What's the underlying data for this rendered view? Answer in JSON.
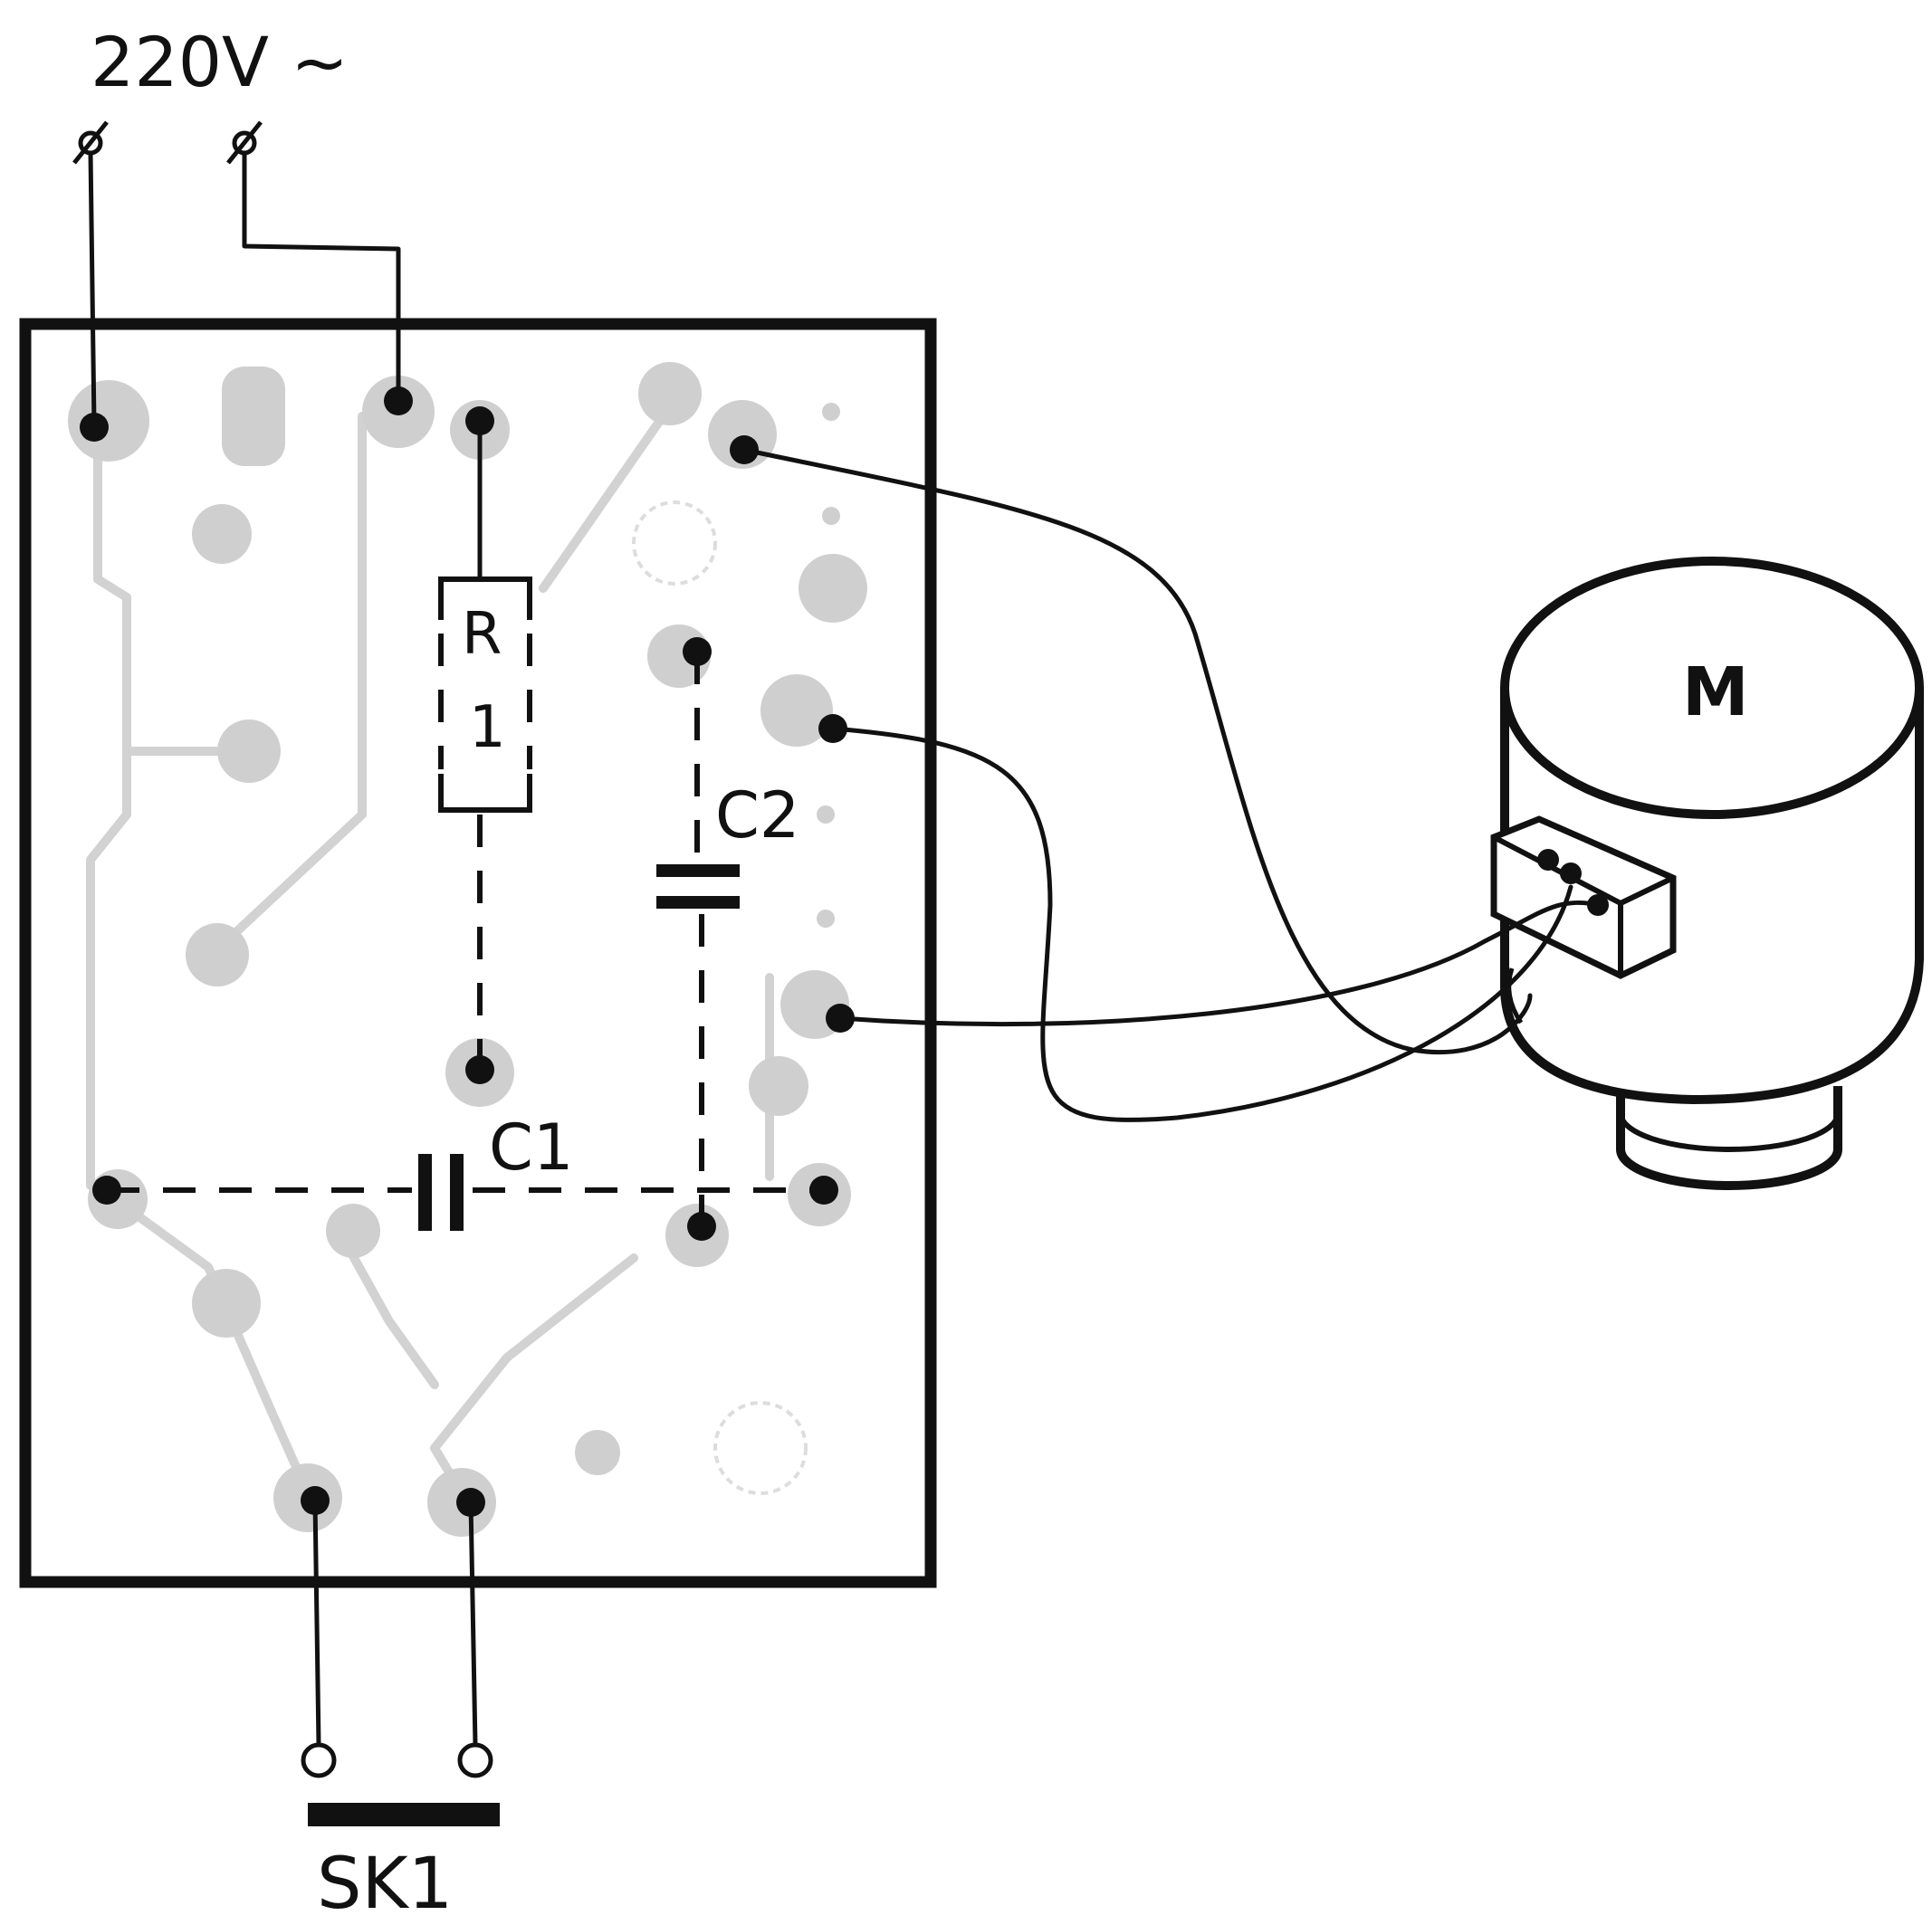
{
  "supply": {
    "label": "220V ~"
  },
  "components": {
    "resistor": {
      "letter": "R",
      "number": "1"
    },
    "c1": {
      "label": "C1"
    },
    "c2": {
      "label": "C2"
    },
    "motor": {
      "label": "M"
    },
    "switch": {
      "label": "SK1"
    }
  },
  "colors": {
    "ink": "#111111",
    "copper_trace": "#d2d2d2",
    "background": "#ffffff"
  }
}
